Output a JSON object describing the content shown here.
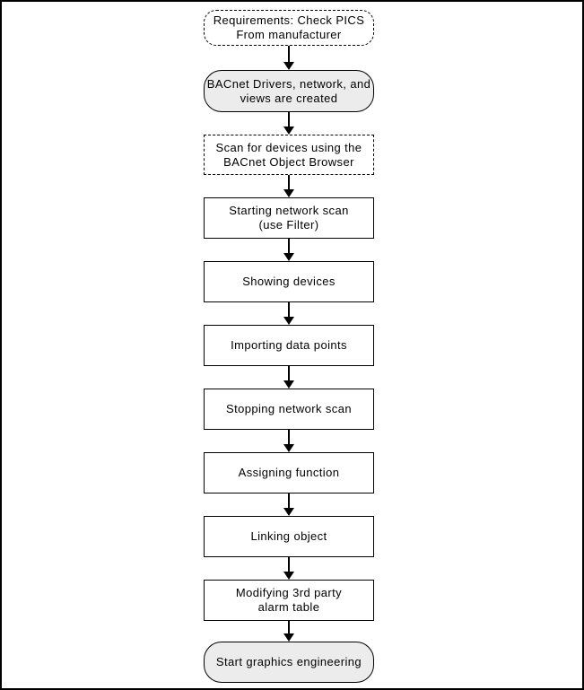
{
  "diagram": {
    "title": "BACnet third-party engineering workflow flowchart",
    "colors": {
      "background": "#ffffff",
      "frame_border": "#000000",
      "node_border": "#000000",
      "terminator_fill": "#ececec",
      "text": "#000000"
    },
    "nodes": [
      {
        "id": "requirements",
        "type": "dashed-rounded",
        "label": "Requirements: Check PICS\nFrom manufacturer"
      },
      {
        "id": "drivers-created",
        "type": "terminator",
        "label": "BACnet Drivers, network, and\nviews are created"
      },
      {
        "id": "scan-for-devices",
        "type": "dashed-rect",
        "label": "Scan for devices using the\nBACnet Object Browser"
      },
      {
        "id": "starting-scan",
        "type": "process",
        "label": "Starting network scan\n(use Filter)"
      },
      {
        "id": "showing-devices",
        "type": "process",
        "label": "Showing devices"
      },
      {
        "id": "importing-points",
        "type": "process",
        "label": "Importing data points"
      },
      {
        "id": "stopping-scan",
        "type": "process",
        "label": "Stopping network scan"
      },
      {
        "id": "assigning-function",
        "type": "process",
        "label": "Assigning function"
      },
      {
        "id": "linking-object",
        "type": "process",
        "label": "Linking object"
      },
      {
        "id": "modifying-alarm",
        "type": "process",
        "label": "Modifying 3rd party\nalarm table"
      },
      {
        "id": "start-graphics",
        "type": "terminator",
        "label": "Start graphics engineering"
      }
    ],
    "connections": [
      {
        "from": "requirements",
        "to": "drivers-created"
      },
      {
        "from": "drivers-created",
        "to": "scan-for-devices"
      },
      {
        "from": "scan-for-devices",
        "to": "starting-scan"
      },
      {
        "from": "starting-scan",
        "to": "showing-devices"
      },
      {
        "from": "showing-devices",
        "to": "importing-points"
      },
      {
        "from": "importing-points",
        "to": "stopping-scan"
      },
      {
        "from": "stopping-scan",
        "to": "assigning-function"
      },
      {
        "from": "assigning-function",
        "to": "linking-object"
      },
      {
        "from": "linking-object",
        "to": "modifying-alarm"
      },
      {
        "from": "modifying-alarm",
        "to": "start-graphics"
      }
    ]
  }
}
